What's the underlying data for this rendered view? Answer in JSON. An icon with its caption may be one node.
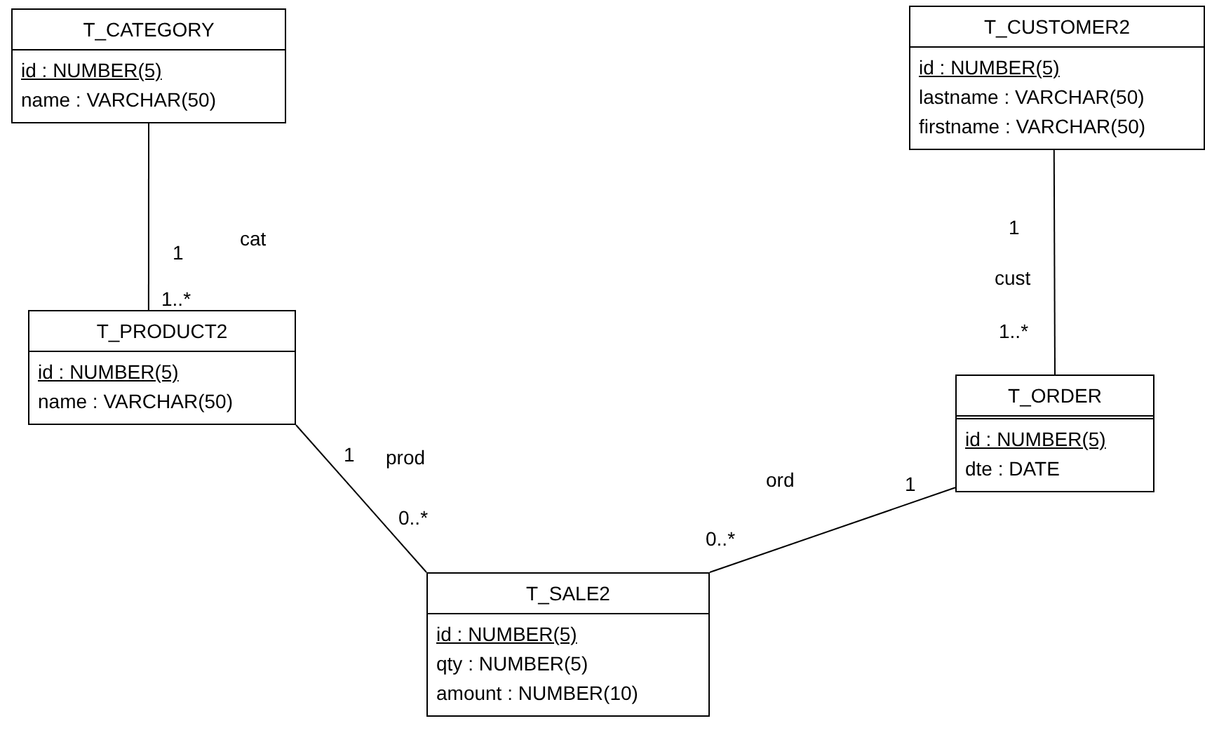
{
  "diagram": {
    "nodes": [
      {
        "text": [
          "T_CATEGORY",
          "id : NUMBER(5)",
          "name : VARCHAR(50)"
        ]
      },
      {
        "text": [
          "T_CUSTOMER2",
          "id : NUMBER(5)",
          "lastname : VARCHAR(50)",
          "firstname : VARCHAR(50)"
        ]
      },
      {
        "text": [
          "T_PRODUCT2",
          "id : NUMBER(5)",
          "name : VARCHAR(50)"
        ]
      },
      {
        "text": [
          "T_ORDER",
          "id : NUMBER(5)",
          "dte : DATE"
        ]
      },
      {
        "text": [
          "T_SALE2",
          "id : NUMBER(5)",
          "qty : NUMBER(5)",
          "amount : NUMBER(10)"
        ]
      }
    ],
    "edges": [
      {
        "from": 0,
        "to": 2,
        "arrow": "none",
        "label": "cat"
      },
      {
        "from": 2,
        "to": 4,
        "arrow": "none",
        "label": "prod"
      },
      {
        "from": 4,
        "to": 3,
        "arrow": "none",
        "label": "ord"
      },
      {
        "from": 1,
        "to": 3,
        "arrow": "none",
        "label": "cust"
      }
    ],
    "labels": [
      "1",
      "1..*",
      "1",
      "1..*",
      "1",
      "0..*",
      "0..*",
      "1"
    ]
  }
}
